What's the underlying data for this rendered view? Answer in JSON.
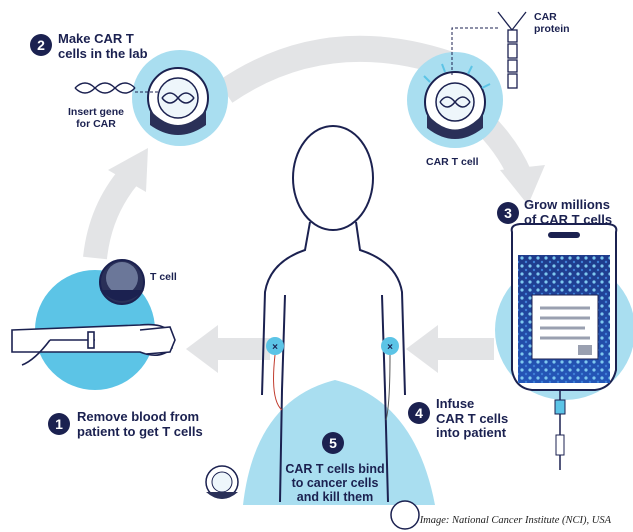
{
  "steps": [
    {
      "number": "1",
      "line1": "Remove blood from",
      "line2": "patient to get T cells"
    },
    {
      "number": "2",
      "line1": "Make CAR T",
      "line2": "cells in the lab"
    },
    {
      "number": "3",
      "line1": "Grow millions",
      "line2": "of CAR T cells"
    },
    {
      "number": "4",
      "line1": "Infuse",
      "line2": "CAR T cells",
      "line3": "into patient"
    },
    {
      "number": "5",
      "line1": "CAR T cells bind",
      "line2": "to cancer cells",
      "line3": "and kill them"
    }
  ],
  "labels": {
    "insert_gene_1": "Insert gene",
    "insert_gene_2": "for CAR",
    "car_protein_1": "CAR",
    "car_protein_2": "protein",
    "car_t_cell": "CAR T cell",
    "t_cell": "T cell"
  },
  "credit": "Image: National Cancer Institute (NCI), USA",
  "colors": {
    "navy": "#1b2150",
    "light_blue": "#a9def0",
    "bright_blue": "#5cc4e6",
    "arrow_gray": "#e3e4e6",
    "dark_cell": "#2a3058"
  }
}
